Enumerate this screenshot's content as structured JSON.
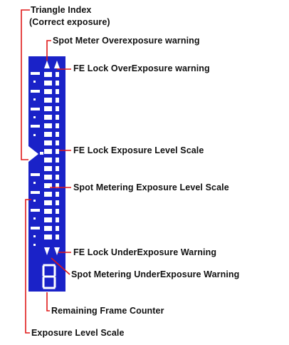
{
  "labels": {
    "triangle_index": "Triangle Index",
    "triangle_index_sub": "(Correct exposure)",
    "spot_over": "Spot Meter Overexposure warning",
    "fe_over": "FE Lock OverExposure warning",
    "fe_scale": "FE Lock Exposure Level Scale",
    "spot_scale": "Spot Metering Exposure Level Scale",
    "fe_under": "FE Lock UnderExposure Warning",
    "spot_under": "Spot Metering UnderExposure Warning",
    "frame_counter": "Remaining Frame Counter",
    "exposure_scale": "Exposure Level Scale"
  },
  "display": {
    "counter_digit": "8"
  },
  "colors": {
    "panel": "#1a22c8",
    "segment": "#ffffff",
    "leader": "#e01818",
    "text": "#111111"
  }
}
